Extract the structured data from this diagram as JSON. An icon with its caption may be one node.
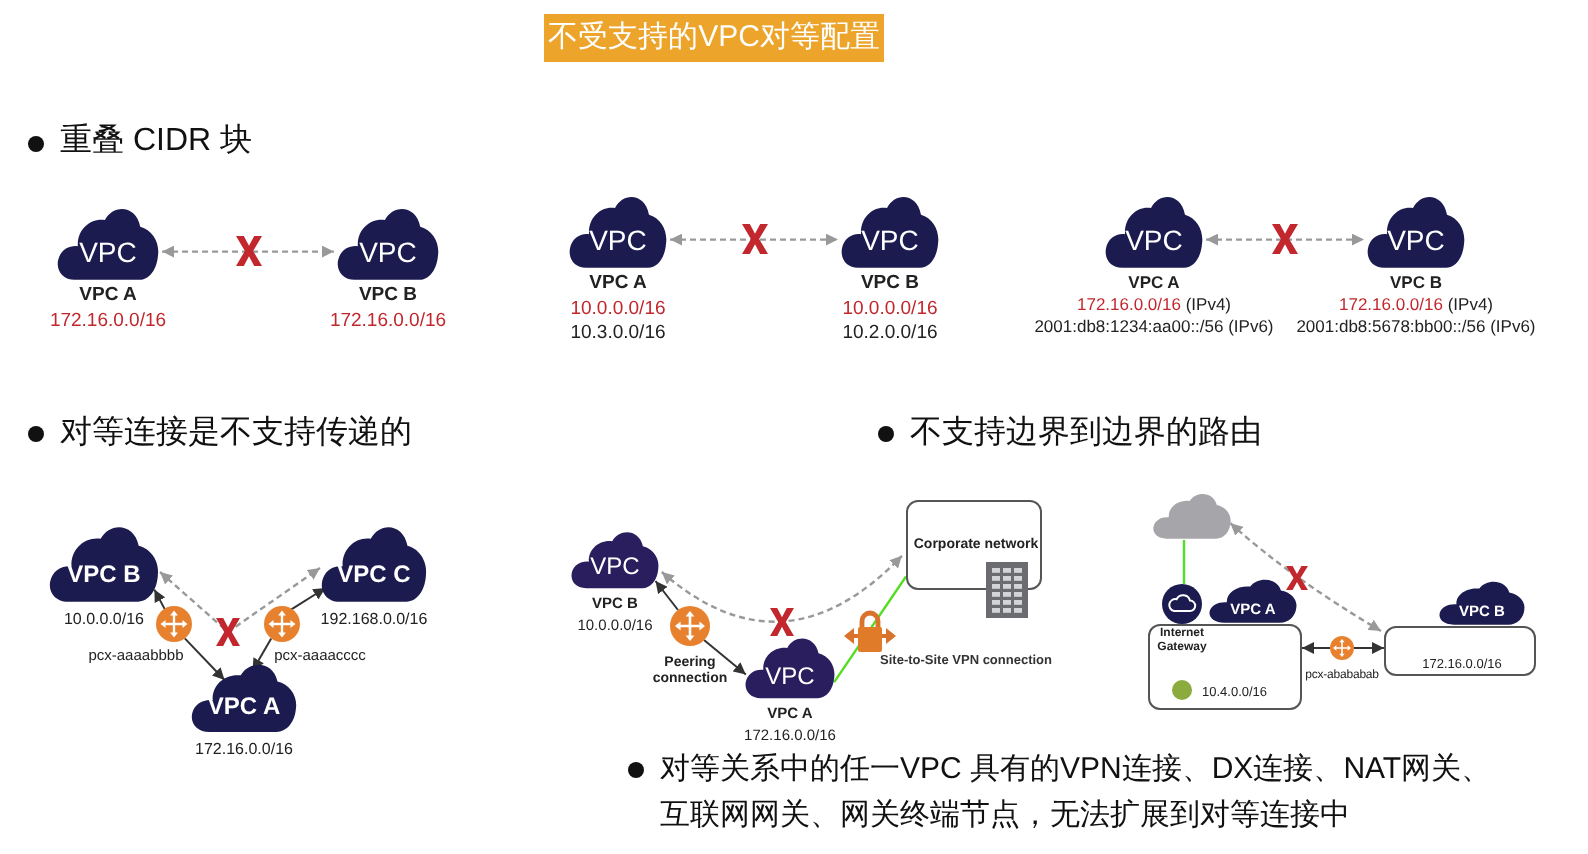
{
  "diagram": {
    "title": "不受支持的VPC对等配置",
    "nodes": [
      {
        "text": [
          "VPC"
        ],
        "beside": [
          "VPC A",
          "172.16.0.0/16"
        ]
      },
      {
        "text": [
          "VPC"
        ],
        "beside": [
          "VPC B",
          "172.16.0.0/16"
        ]
      },
      {
        "text": [
          "VPC"
        ],
        "beside": [
          "VPC A",
          "10.0.0.0/16",
          "10.3.0.0/16"
        ]
      },
      {
        "text": [
          "VPC"
        ],
        "beside": [
          "VPC B",
          "10.0.0.0/16",
          "10.2.0.0/16"
        ]
      },
      {
        "text": [
          "VPC"
        ],
        "beside": [
          "VPC A",
          "172.16.0.0/16 (IPv4)",
          "2001:db8:1234:aa00::/56 (IPv6)"
        ]
      },
      {
        "text": [
          "VPC"
        ],
        "beside": [
          "VPC B",
          "172.16.0.0/16 (IPv4)",
          "2001:db8:5678:bb00::/56 (IPv6)"
        ]
      },
      {
        "text": [
          "VPC B"
        ],
        "beside": [
          "10.0.0.0/16"
        ]
      },
      {
        "text": [
          "VPC C"
        ],
        "beside": [
          "192.168.0.0/16"
        ]
      },
      {
        "text": [],
        "shape": "circle",
        "beside": [
          "pcx-aaaabbbb"
        ]
      },
      {
        "text": [],
        "shape": "circle",
        "beside": [
          "pcx-aaaacccc"
        ]
      },
      {
        "text": [
          "VPC A"
        ],
        "beside": [
          "172.16.0.0/16"
        ]
      },
      {
        "text": [
          "VPC"
        ],
        "beside": [
          "VPC B",
          "10.0.0.0/16"
        ]
      },
      {
        "text": [],
        "shape": "circle",
        "beside": [
          "Peering connection"
        ]
      },
      {
        "text": [
          "VPC"
        ],
        "beside": [
          "VPC A",
          "172.16.0.0/16"
        ]
      },
      {
        "text": [
          "Corporate network"
        ]
      },
      {
        "text": [],
        "shape": "cloud"
      },
      {
        "text": [
          "10.4.0.0/16"
        ]
      },
      {
        "text": [
          "VPC A"
        ]
      },
      {
        "text": [],
        "shape": "circle",
        "beside": [
          "Internet Gateway"
        ]
      },
      {
        "text": [
          "172.16.0.0/16"
        ]
      },
      {
        "text": [
          "VPC B"
        ]
      },
      {
        "text": [],
        "shape": "circle",
        "beside": [
          "pcx-abababab"
        ]
      }
    ],
    "edges": [
      {
        "from": 0,
        "to": 1,
        "arrow": "both",
        "style": "dashed",
        "color": "#999999"
      },
      {
        "from": 2,
        "to": 3,
        "arrow": "both",
        "style": "dashed",
        "color": "#999999"
      },
      {
        "from": 4,
        "to": 5,
        "arrow": "both",
        "style": "dashed",
        "color": "#999999"
      },
      {
        "from": 8,
        "to": 6,
        "arrow": "to"
      },
      {
        "from": 8,
        "to": 10,
        "arrow": "to"
      },
      {
        "from": 9,
        "to": 7,
        "arrow": "to"
      },
      {
        "from": 9,
        "to": 10,
        "arrow": "to"
      },
      {
        "from": 6,
        "to": 7,
        "arrow": "both",
        "style": "dashed",
        "color": "#999999"
      },
      {
        "from": 12,
        "to": 11,
        "arrow": "to"
      },
      {
        "from": 12,
        "to": 13,
        "arrow": "to"
      },
      {
        "from": 13,
        "to": 14,
        "arrow": "none",
        "label": "Site-to-Site VPN connection",
        "color": "#55dd22"
      },
      {
        "from": 11,
        "to": 14,
        "arrow": "both",
        "style": "dashed",
        "color": "#999999"
      },
      {
        "from": 18,
        "to": 15,
        "arrow": "none",
        "color": "#55dd22"
      },
      {
        "from": 21,
        "to": 16,
        "arrow": "to"
      },
      {
        "from": 21,
        "to": 19,
        "arrow": "to"
      },
      {
        "from": 15,
        "to": 19,
        "arrow": "both",
        "style": "dashed",
        "color": "#999999"
      }
    ],
    "labels": [
      "重叠 CIDR 块",
      "对等连接是不支持传递的",
      "不支持边界到边界的路由",
      "对等关系中的任一VPC 具有的VPN连接、DX连接、NAT网关、互联网网关、网关终端节点，无法扩展到对等连接中"
    ]
  }
}
